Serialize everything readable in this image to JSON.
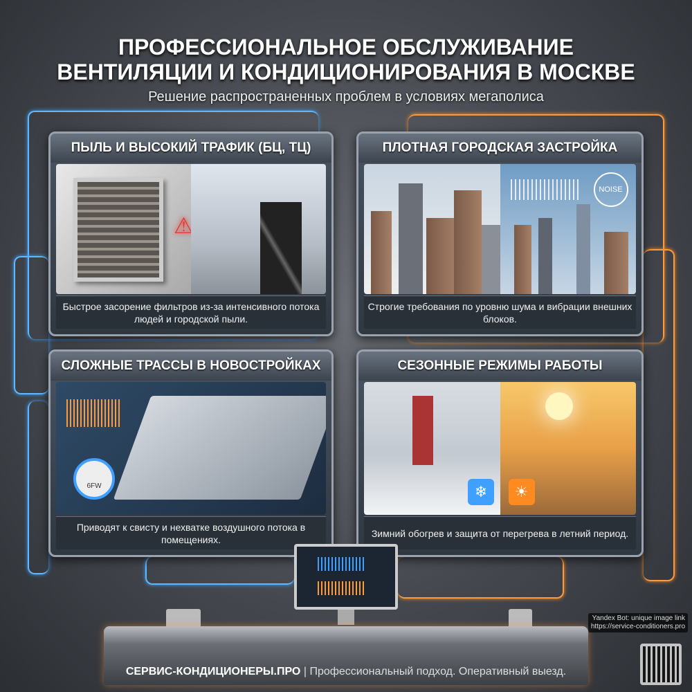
{
  "header": {
    "title_line1": "ПРОФЕССИОНАЛЬНОЕ ОБСЛУЖИВАНИЕ",
    "title_line2": "ВЕНТИЛЯЦИИ И КОНДИЦИОНИРОВАНИЯ В МОСКВЕ",
    "subtitle": "Решение распространенных проблем в условиях мегаполиса"
  },
  "panels": [
    {
      "title": "ПЫЛЬ И ВЫСОКИЙ ТРАФИК (БЦ, ТЦ)",
      "caption": "Быстрое засорение фильтров из-за интенсивного потока людей и городской пыли."
    },
    {
      "title": "ПЛОТНАЯ ГОРОДСКАЯ ЗАСТРОЙКА",
      "caption": "Строгие требования по уровню шума и вибрации внешних блоков.",
      "badge": "NOISE"
    },
    {
      "title": "СЛОЖНЫЕ ТРАССЫ В НОВОСТРОЙКАХ",
      "caption": "Приводят к свисту и нехватке воздушного потока в помещениях.",
      "gauge_label": "6FW"
    },
    {
      "title": "СЕЗОННЫЕ РЕЖИМЫ РАБОТЫ",
      "caption": "Зимний обогрев и защита от перегрева в летний период."
    }
  ],
  "footer": {
    "brand": "СЕРВИС-КОНДИЦИОНЕРЫ.ПРО",
    "separator": "|",
    "tagline": "Профессиональный подход. Оперативный выезд."
  },
  "watermark": {
    "line1": "Yandex Bot: unique image link",
    "line2": "https://service-conditioners.pro"
  },
  "colors": {
    "blue_wire": "#5fb8ff",
    "orange_wire": "#ff9a3c",
    "warning": "#e53935"
  }
}
